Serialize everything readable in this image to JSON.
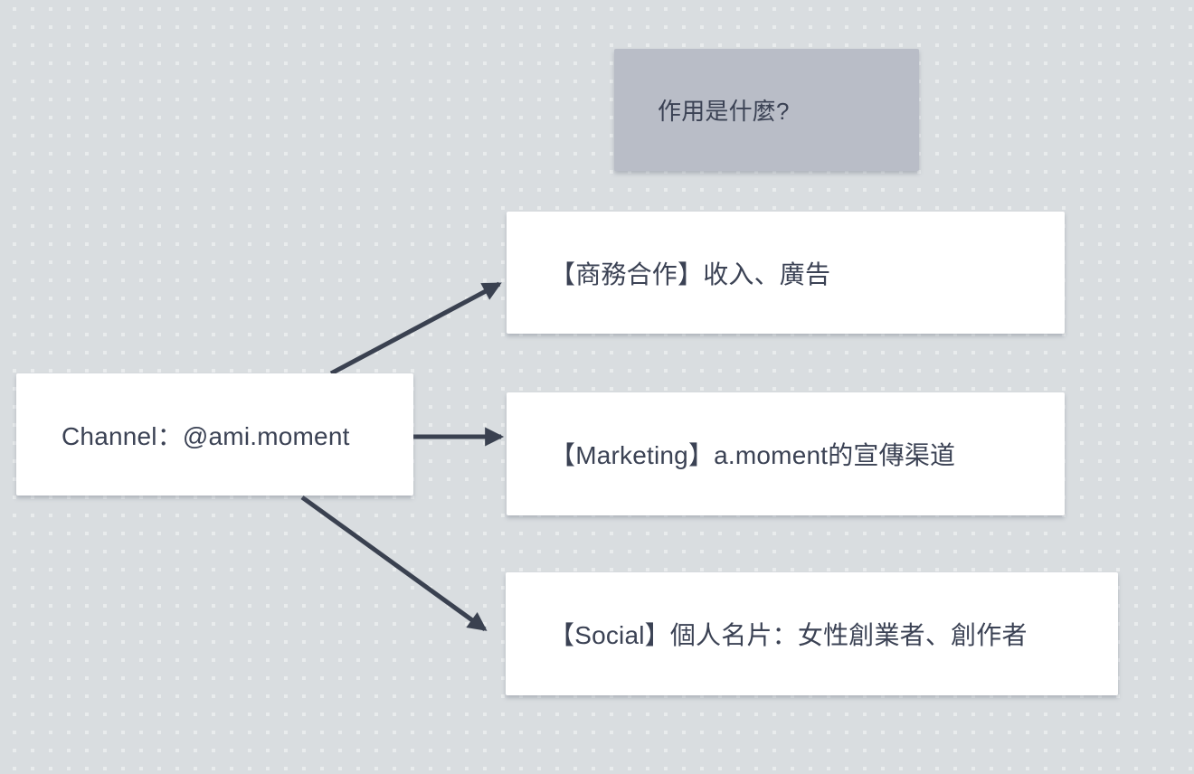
{
  "canvas": {
    "background_color": "#e9eced",
    "dot_color": "#d9dde0"
  },
  "colors": {
    "text": "#3b4254",
    "connector": "#3a4150",
    "question_fill": "#b9bdc7",
    "card_fill": "#ffffff"
  },
  "nodes": {
    "question": {
      "label": "作用是什麼?",
      "fill": "#b9bdc7"
    },
    "channel": {
      "label": "Channel：@ami.moment",
      "fill": "#ffffff"
    },
    "business": {
      "label": "【商務合作】收入、廣告",
      "fill": "#ffffff"
    },
    "marketing": {
      "label": "【Marketing】a.moment的宣傳渠道",
      "fill": "#ffffff"
    },
    "social": {
      "label": "【Social】個人名片：女性創業者、創作者",
      "fill": "#ffffff"
    }
  },
  "connectors": {
    "color": "#3a4150",
    "edges": [
      {
        "from": "channel",
        "to": "business"
      },
      {
        "from": "channel",
        "to": "marketing"
      },
      {
        "from": "channel",
        "to": "social"
      }
    ]
  }
}
